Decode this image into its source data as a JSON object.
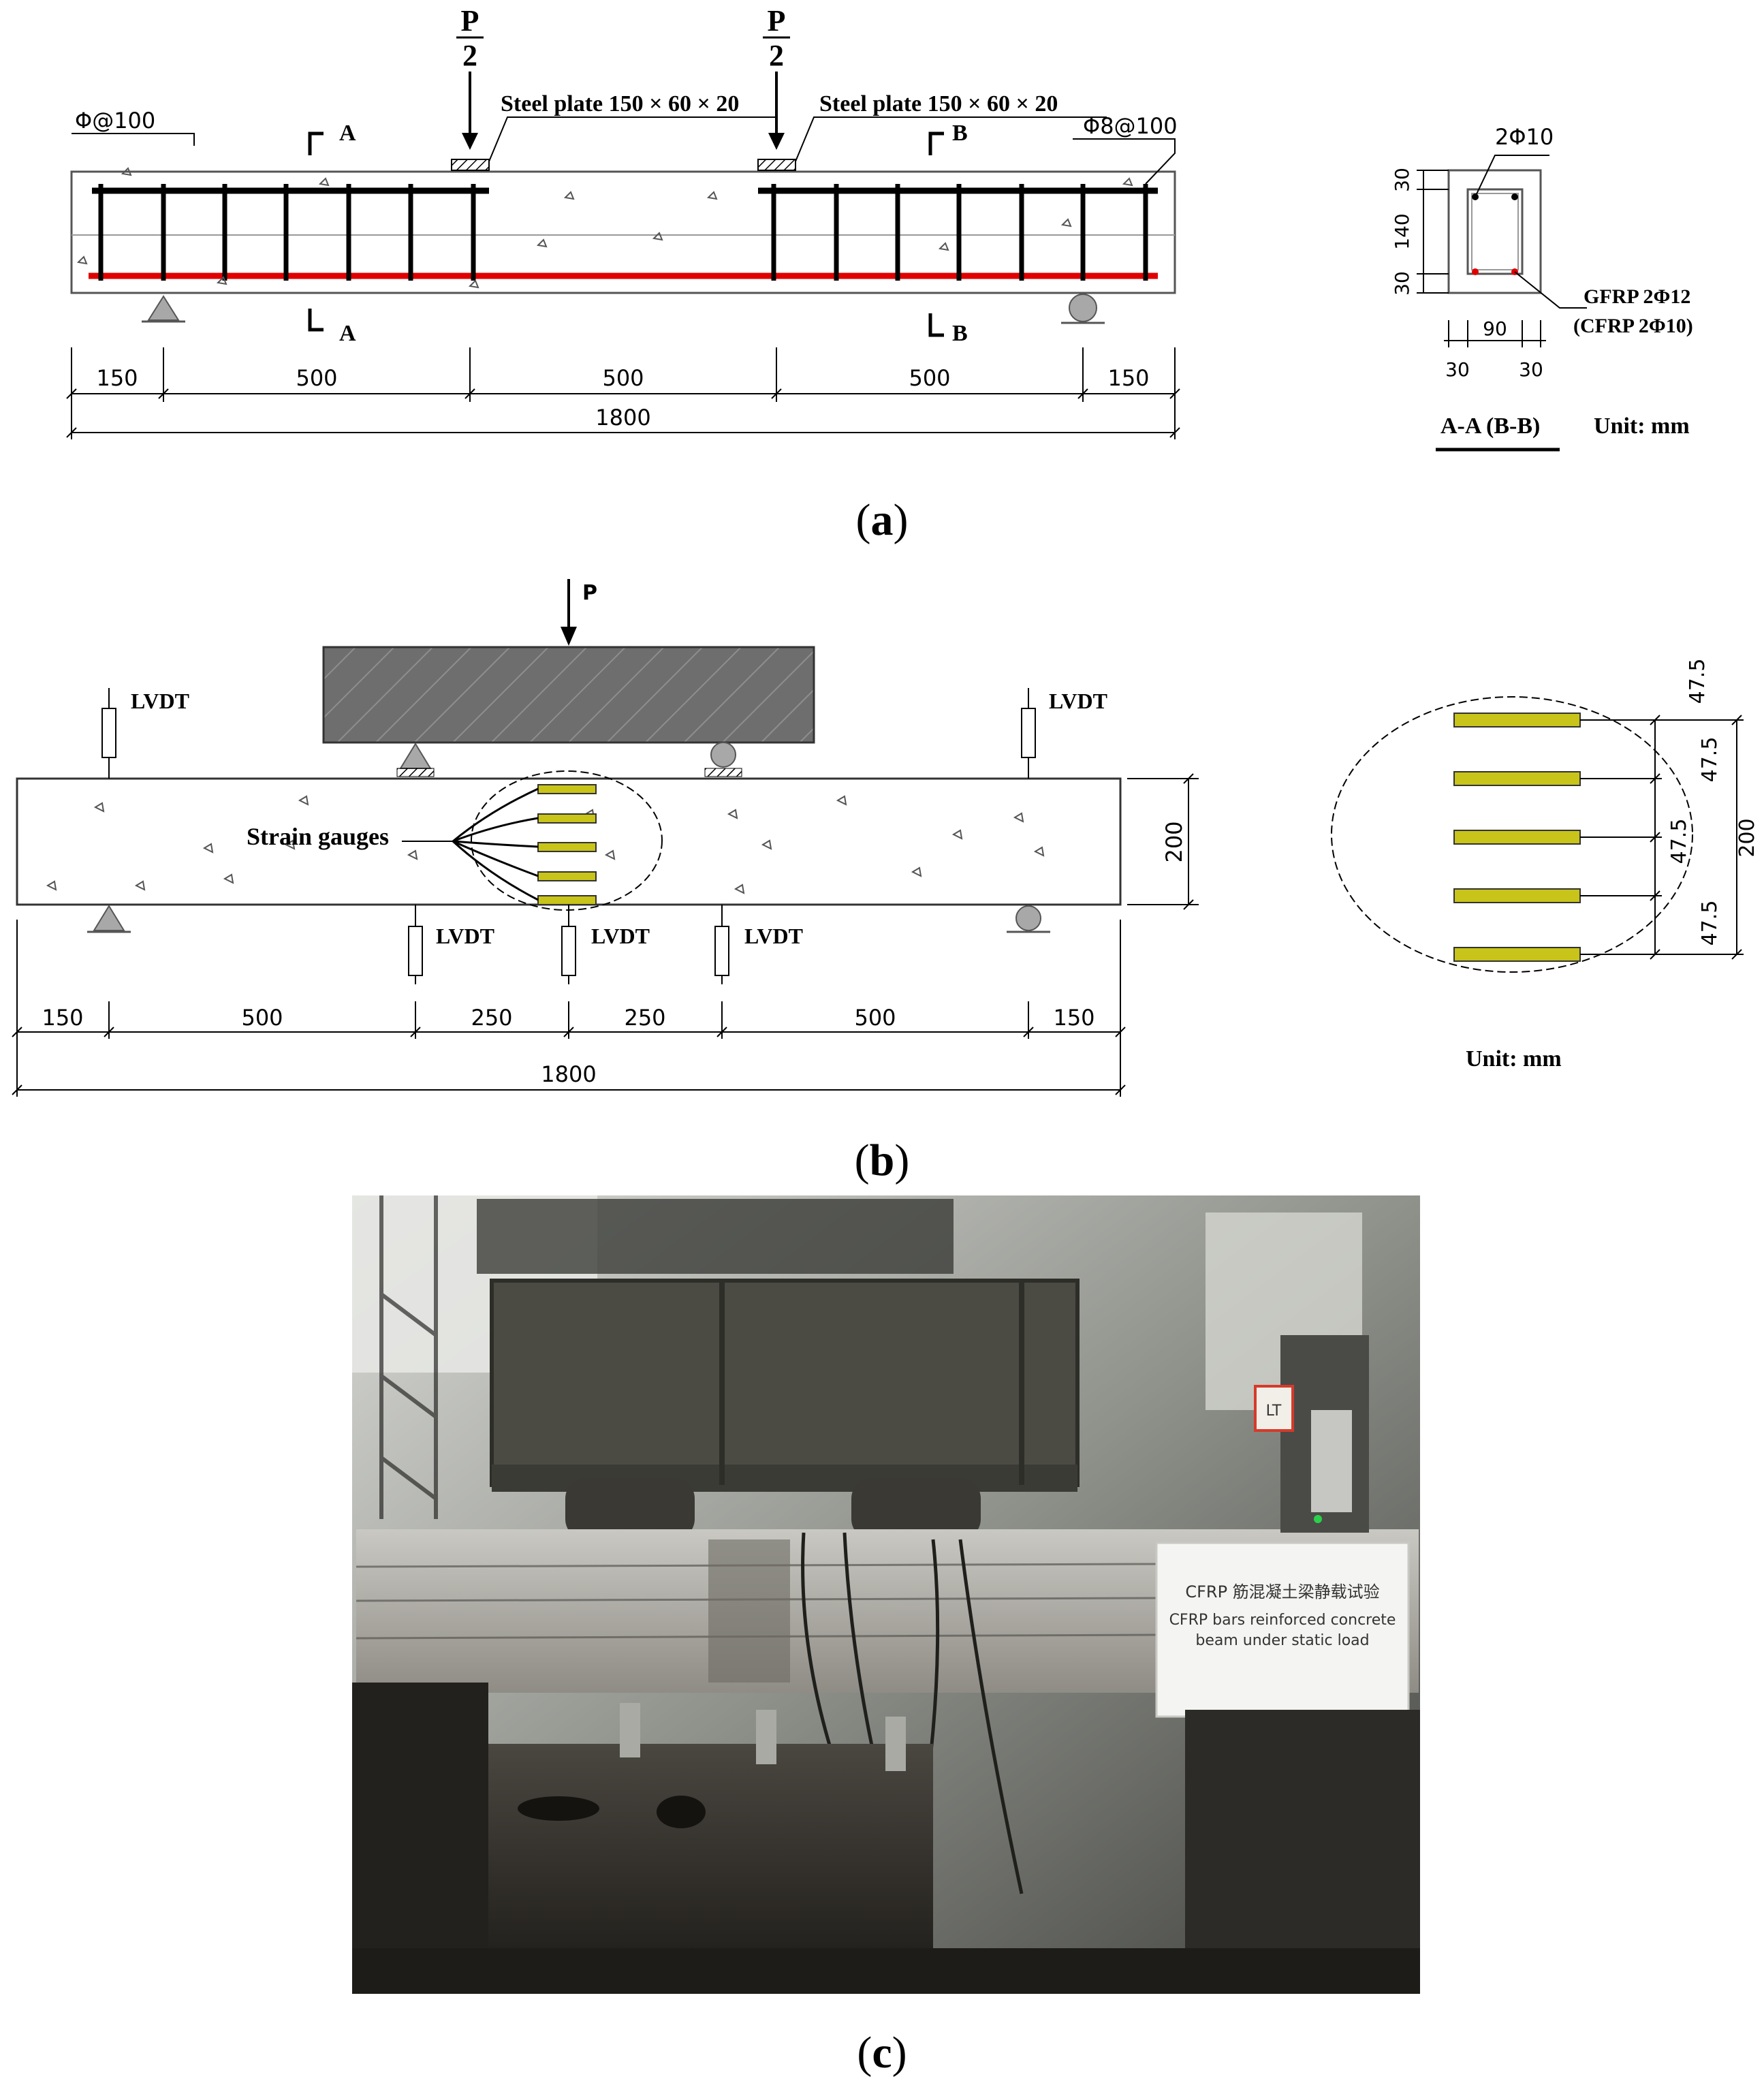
{
  "panel_a": {
    "caption_open": "(",
    "caption_letter": "a",
    "caption_close": ")",
    "load_left": {
      "num": "P",
      "den": "2"
    },
    "load_right": {
      "num": "P",
      "den": "2"
    },
    "plate_left": "Steel plate  150  ×  60  ×  20",
    "plate_right": "Steel plate  150  ×  60  ×  20",
    "stirrup_left": "Φ@100",
    "stirrup_right": "Φ8@100",
    "section_a_top": "A",
    "section_a_bottom": "A",
    "section_b_top": "B",
    "section_b_bottom": "B",
    "dims": [
      "150",
      "500",
      "500",
      "500",
      "150"
    ],
    "total": "1800",
    "xsec": {
      "top_bar": "2Φ10",
      "heights": [
        "30",
        "140",
        "30"
      ],
      "widths": [
        "30",
        "90",
        "30"
      ],
      "bottom_bar_1": "GFRP 2Φ12",
      "bottom_bar_2": "(CFRP 2Φ10)",
      "title": "A-A (B-B)",
      "unit": "Unit: mm"
    }
  },
  "panel_b": {
    "caption_open": "(",
    "caption_letter": "b",
    "caption_close": ")",
    "load": "P",
    "lvdt": "LVDT",
    "strain": "Strain gauges",
    "height": "200",
    "dims": [
      "150",
      "500",
      "250",
      "250",
      "500",
      "150"
    ],
    "total": "1800",
    "detail_dims": [
      "47.5",
      "47.5",
      "47.5",
      "47.5"
    ],
    "detail_total": "200",
    "unit": "Unit: mm"
  },
  "panel_c": {
    "caption_open": "(",
    "caption_letter": "c",
    "caption_close": ")",
    "sign_cn": "CFRP 筋混凝土梁静载试验",
    "sign_en_1": "CFRP bars reinforced concrete",
    "sign_en_2": "beam under static load",
    "tag": "LT"
  },
  "colors": {
    "rebar_red": "#e00000",
    "gauge_yellow": "#c8c419",
    "beam_gray": "#6b6b6b",
    "support_gray": "#a8a8a8"
  }
}
